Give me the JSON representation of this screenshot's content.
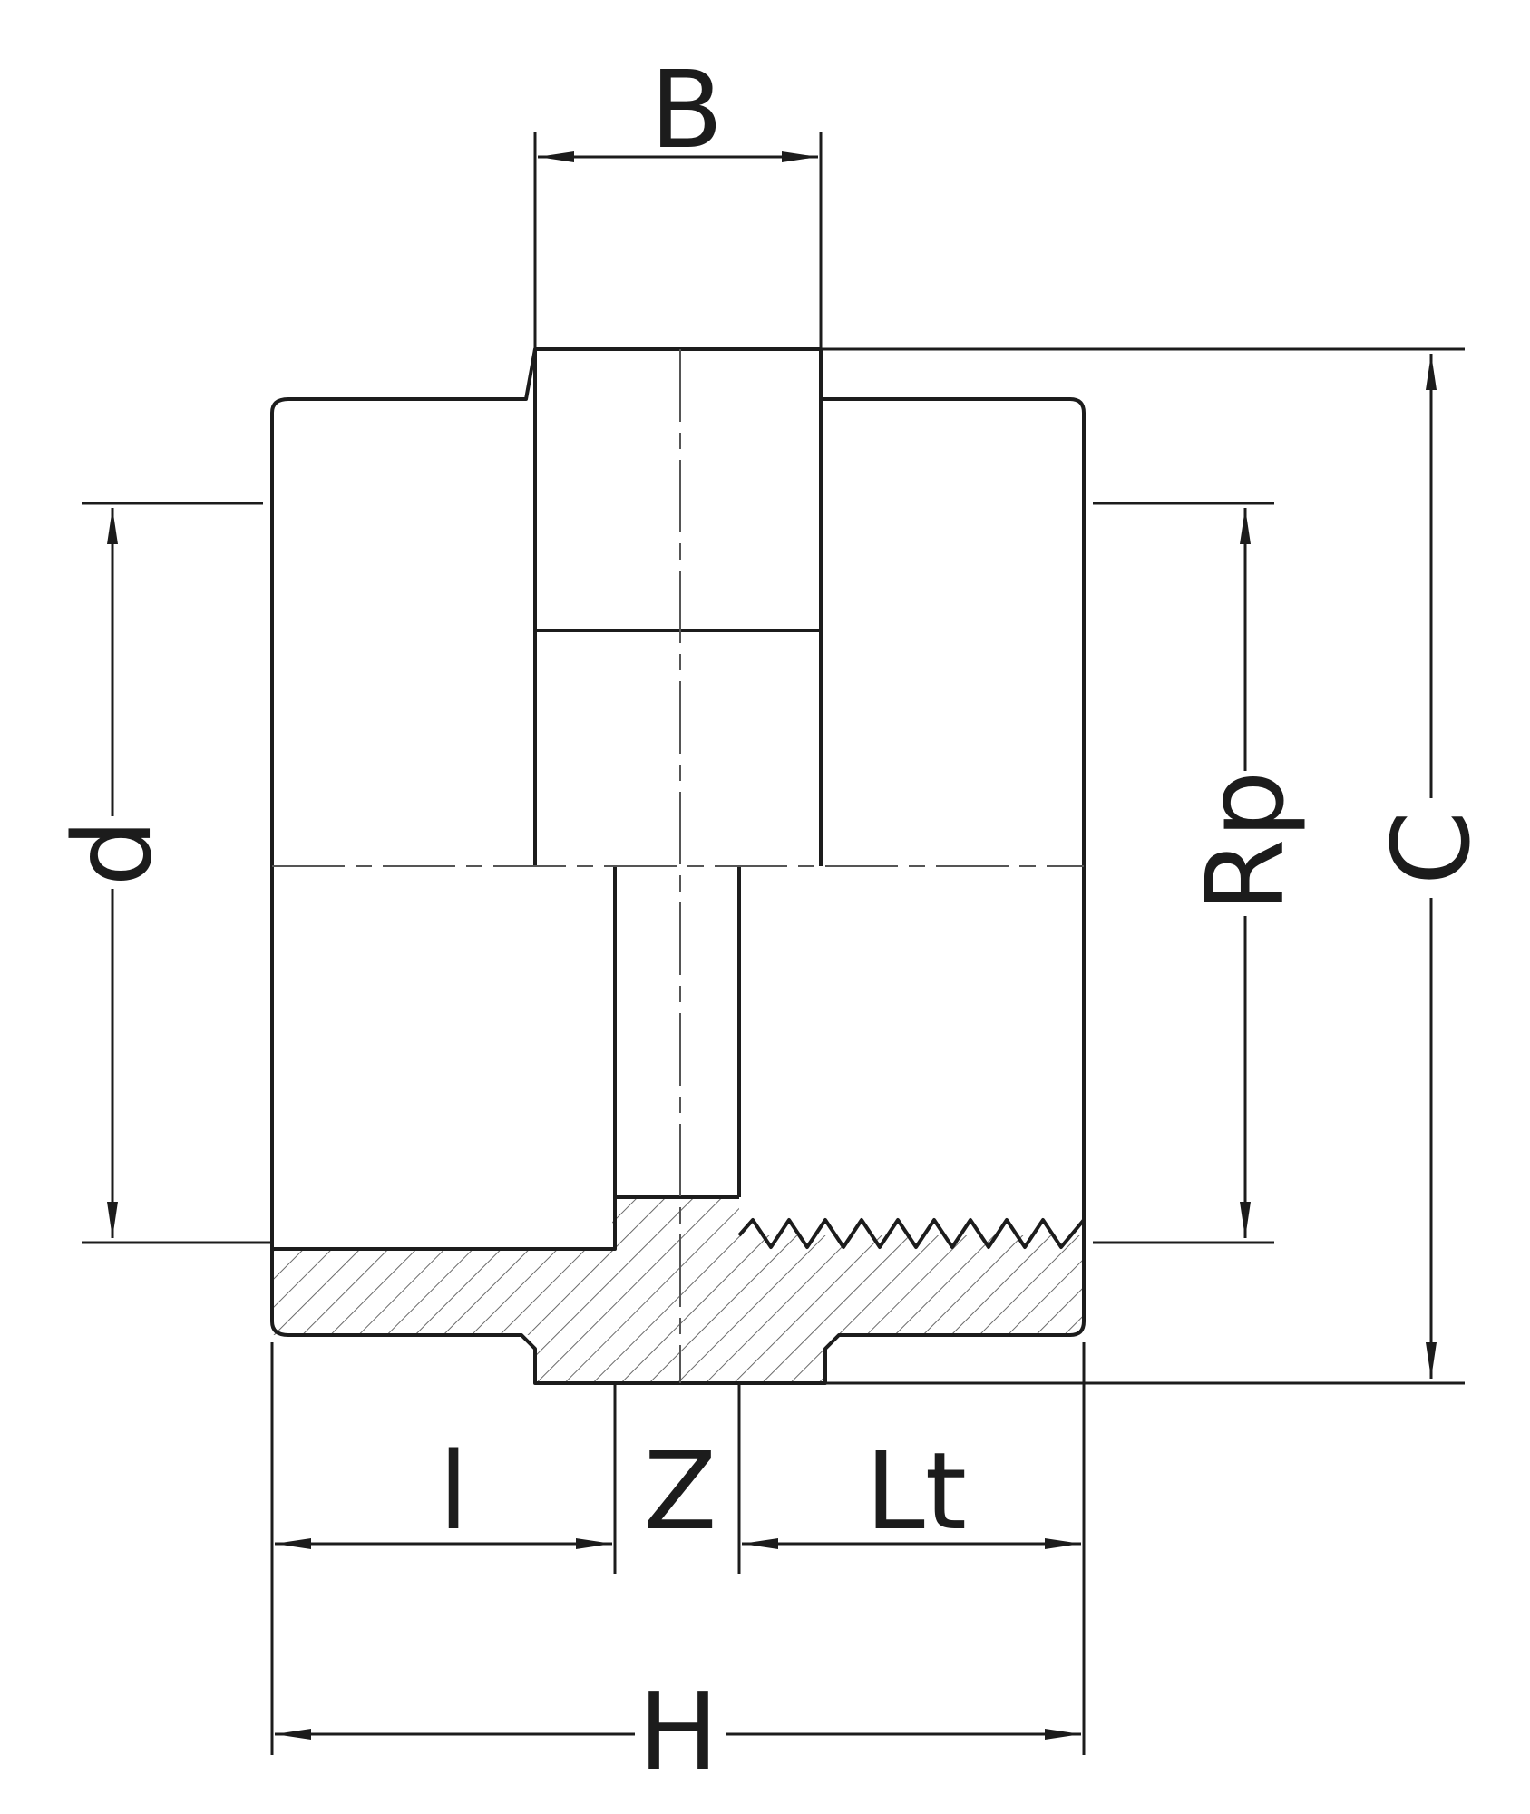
{
  "diagram": {
    "labels": {
      "B": "B",
      "C": "C",
      "d": "d",
      "Rp": "Rp",
      "l": "l",
      "Z": "Z",
      "Lt": "Lt",
      "H": "H"
    },
    "colors": {
      "line": "#1c1c1c",
      "hatch": "#6a6a6a",
      "background": "#ffffff"
    }
  }
}
